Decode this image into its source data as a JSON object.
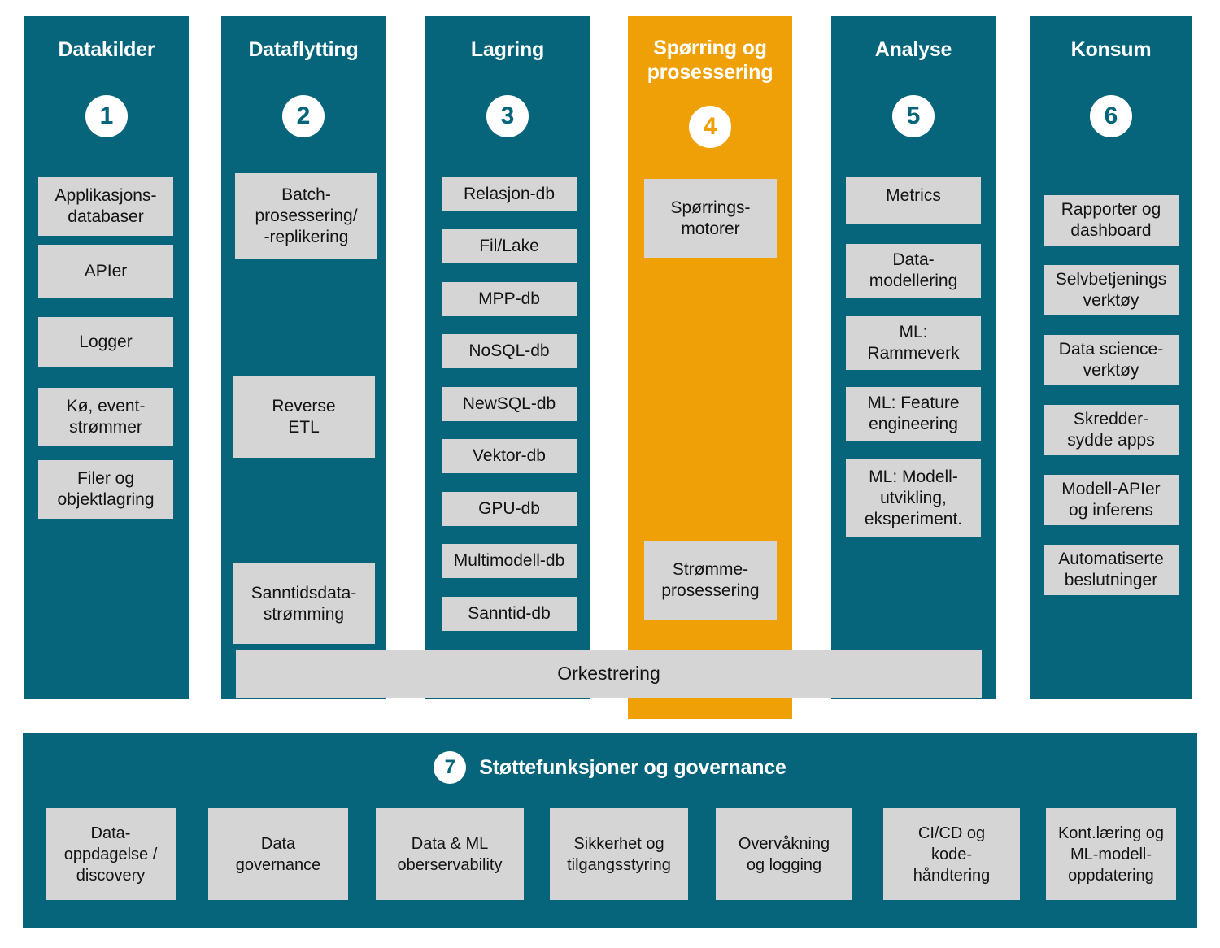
{
  "diagram": {
    "colors": {
      "teal": "#06657a",
      "accent_orange": "#efa006",
      "chip_gray": "#d5d5d5",
      "background": "#ffffff",
      "text_dark": "#131313",
      "text_light": "#ffffff"
    }
  },
  "columns": [
    {
      "number": "1",
      "title": "Datakilder",
      "accent": false,
      "items": [
        {
          "label": "Applikasjons-\ndatabaser"
        },
        {
          "label": "APIer"
        },
        {
          "label": "Logger"
        },
        {
          "label": "Kø, event-\nstrømmer"
        },
        {
          "label": "Filer og\nobjektlagring"
        }
      ]
    },
    {
      "number": "2",
      "title": "Dataflytting",
      "accent": false,
      "items": [
        {
          "label": "Batch-\nprosessering/\n-replikering"
        },
        {
          "label": "Reverse\nETL"
        },
        {
          "label": "Sanntidsdata-\nstrømming"
        }
      ]
    },
    {
      "number": "3",
      "title": "Lagring",
      "accent": false,
      "items": [
        {
          "label": "Relasjon-db"
        },
        {
          "label": "Fil/Lake"
        },
        {
          "label": "MPP-db"
        },
        {
          "label": "NoSQL-db"
        },
        {
          "label": "NewSQL-db"
        },
        {
          "label": "Vektor-db"
        },
        {
          "label": "GPU-db"
        },
        {
          "label": "Multimodell-db"
        },
        {
          "label": "Sanntid-db"
        }
      ]
    },
    {
      "number": "4",
      "title": "Spørring og\nprosessering",
      "accent": true,
      "items": [
        {
          "label": "Spørrings-\nmotorer"
        },
        {
          "label": "Strømme-\nprosessering"
        }
      ]
    },
    {
      "number": "5",
      "title": "Analyse",
      "accent": false,
      "items": [
        {
          "label": "Metrics"
        },
        {
          "label": "Data-\nmodellering"
        },
        {
          "label": "ML:\nRammeverk"
        },
        {
          "label": "ML: Feature\nengineering"
        },
        {
          "label": "ML: Modell-\nutvikling,\neksperiment."
        }
      ]
    },
    {
      "number": "6",
      "title": "Konsum",
      "accent": false,
      "items": [
        {
          "label": "Rapporter og\ndashboard"
        },
        {
          "label": "Selvbetjenings\nverktøy"
        },
        {
          "label": "Data science-\nverktøy"
        },
        {
          "label": "Skredder-\nsydde apps"
        },
        {
          "label": "Modell-APIer\nog inferens"
        },
        {
          "label": "Automatiserte\nbeslutninger"
        }
      ]
    }
  ],
  "orchestration": {
    "label": "Orkestrering"
  },
  "support": {
    "number": "7",
    "title": "Støttefunksjoner og governance",
    "items": [
      {
        "label": "Data-\noppdagelse /\ndiscovery"
      },
      {
        "label": "Data\ngovernance"
      },
      {
        "label": "Data & ML\noberservability"
      },
      {
        "label": "Sikkerhet og\ntilgangsstyring"
      },
      {
        "label": "Overvåkning\nog logging"
      },
      {
        "label": "CI/CD og\nkode-\nhåndtering"
      },
      {
        "label": "Kont.læring og\nML-modell-\noppdatering"
      }
    ]
  }
}
